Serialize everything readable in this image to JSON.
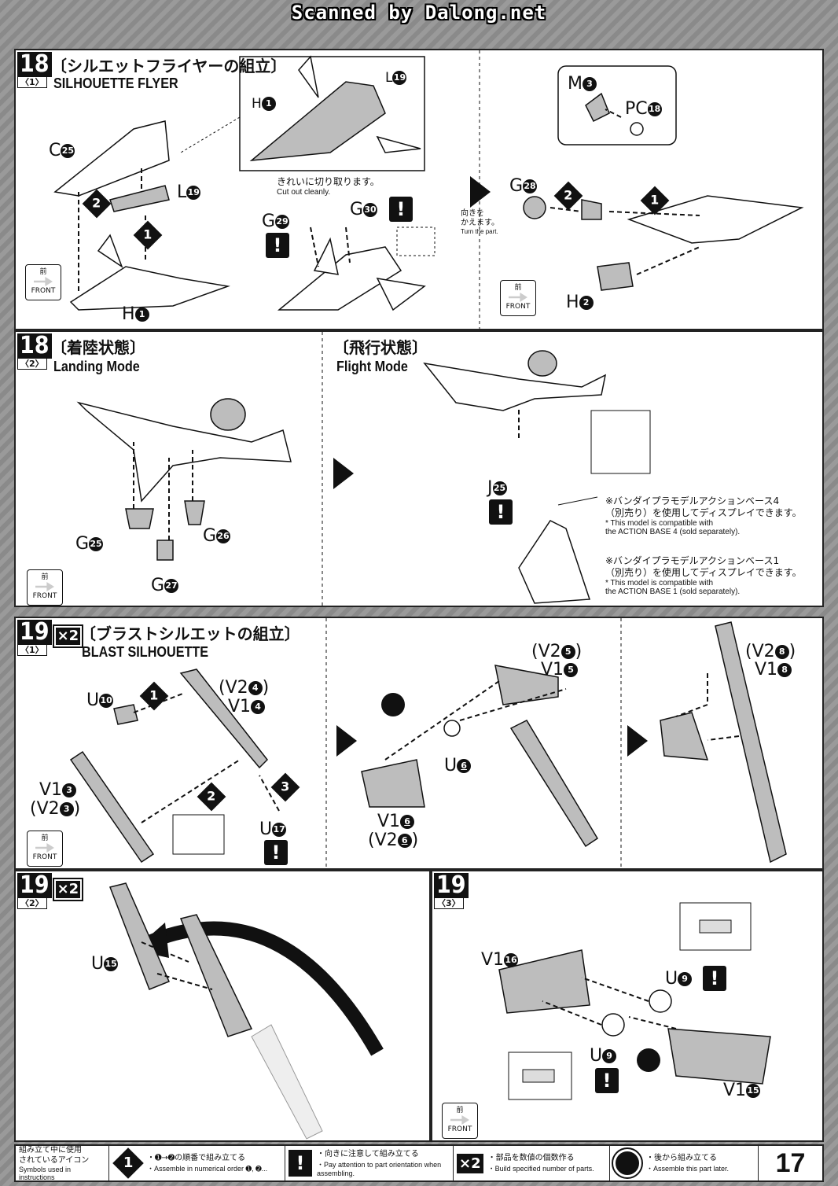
{
  "header": {
    "scan_text": "Scanned by Dalong.net"
  },
  "front_icon": {
    "jp": "前",
    "en": "FRONT"
  },
  "step18_1": {
    "num": "18",
    "sub": "〈1〉",
    "title_jp": "〔シルエットフライヤーの組立〕",
    "title_en": "SILHOUETTE FLYER",
    "labels": {
      "c25": "C",
      "l19": "L",
      "h1": "H",
      "h1b": "H",
      "l19b": "L",
      "m3": "M",
      "pc18": "PC",
      "g28": "G",
      "h2": "H",
      "g29": "G",
      "g30": "G"
    },
    "nums": {
      "c25": "25",
      "l19": "19",
      "h1": "1",
      "m3": "3",
      "pc18": "18",
      "g28": "28",
      "h2": "2",
      "g29": "29",
      "g30": "30"
    },
    "cut_jp": "きれいに切り取ります。",
    "cut_en": "Cut out cleanly.",
    "turn_jp1": "向きを",
    "turn_jp2": "かえます。",
    "turn_en": "Turn the part."
  },
  "step18_2": {
    "num": "18",
    "sub": "〈2〉",
    "landing_jp": "〔着陸状態〕",
    "landing_en": "Landing Mode",
    "flight_jp": "〔飛行状態〕",
    "flight_en": "Flight Mode",
    "labels": {
      "g25": "G",
      "g26": "G",
      "g27": "G",
      "j25": "J"
    },
    "nums": {
      "g25": "25",
      "g26": "26",
      "g27": "27",
      "j25": "25"
    },
    "note1_jp1": "※バンダイプラモデルアクションベース4",
    "note1_jp2": "（別売り）を使用してディスプレイできます。",
    "note1_en1": "* This model is compatible with",
    "note1_en2": "the ACTION BASE 4 (sold separately).",
    "note2_jp1": "※バンダイプラモデルアクションベース1",
    "note2_jp2": "（別売り）を使用してディスプレイできます。",
    "note2_en1": "* This model is compatible with",
    "note2_en2": "the ACTION BASE 1 (sold separately)."
  },
  "step19_1": {
    "num": "19",
    "sub": "〈1〉",
    "x2": "×2",
    "title_jp": "〔ブラストシルエットの組立〕",
    "title_en": "BLAST SILHOUETTE",
    "labels": {
      "u10": "U",
      "v24": "(V2",
      "v14": "V1",
      "v13": "V1",
      "v23": "(V2",
      "u17": "U",
      "v25": "(V2",
      "v15": "V1",
      "u6": "U",
      "v16": "V1",
      "v26": "(V2",
      "v28": "(V2",
      "v18": "V1"
    },
    "nums": {
      "u10": "10",
      "v24": "4",
      "v14": "4",
      "v13": "3",
      "v23": "3",
      "u17": "17",
      "v25": "5",
      "v15": "5",
      "u6": "6",
      "v16": "6",
      "v26": "6",
      "v28": "8",
      "v18": "8"
    }
  },
  "step19_2": {
    "num": "19",
    "sub": "〈2〉",
    "x2": "×2",
    "labels": {
      "u15": "U"
    },
    "nums": {
      "u15": "15"
    }
  },
  "step19_3": {
    "num": "19",
    "sub": "〈3〉",
    "labels": {
      "v116": "V1",
      "u9a": "U",
      "u9b": "U",
      "v115": "V1"
    },
    "nums": {
      "v116": "16",
      "u9a": "9",
      "u9b": "9",
      "v115": "15"
    }
  },
  "legend": {
    "title_jp1": "組み立て中に使用",
    "title_jp2": "されているアイコン",
    "title_en": "Symbols used in instructions",
    "order_jp": "・➊→➋の順番で組み立てる",
    "order_en": "・Assemble in numerical order ➊, ➋...",
    "attention_jp": "・向きに注意して組み立てる",
    "attention_en": "・Pay attention to part orientation when assembling.",
    "count_jp": "・部品を数値の個数作る",
    "count_en": "・Build specified number of parts.",
    "later_jp": "・後から組み立てる",
    "later_en": "・Assemble this part later.",
    "order_icon": "1",
    "warn_icon": "!",
    "x2_icon": "×2",
    "page": "17"
  }
}
